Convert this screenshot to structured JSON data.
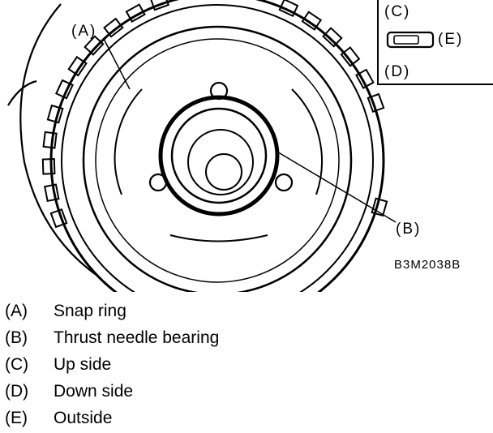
{
  "callouts": {
    "a": "(A)",
    "b": "(B)",
    "c": "(C)",
    "d": "(D)",
    "e": "(E)"
  },
  "figure_code": "B3M2038B",
  "legend": [
    {
      "key": "(A)",
      "text": "Snap ring"
    },
    {
      "key": "(B)",
      "text": "Thrust needle bearing"
    },
    {
      "key": "(C)",
      "text": "Up side"
    },
    {
      "key": "(D)",
      "text": "Down side"
    },
    {
      "key": "(E)",
      "text": "Outside"
    }
  ]
}
